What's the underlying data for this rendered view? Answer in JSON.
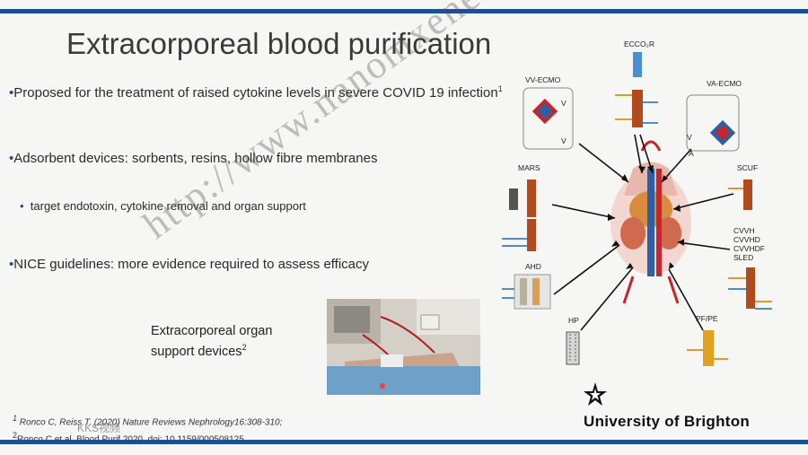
{
  "slide": {
    "title": "Extracorporeal blood purification"
  },
  "bullets": [
    {
      "text": "Proposed for the treatment of raised cytokine levels in severe COVID 19 infection",
      "sup": "1"
    },
    {
      "text": "Adsorbent devices: sorbents, resins, hollow fibre membranes"
    },
    {
      "text": "target endotoxin, cytokine removal and organ support"
    },
    {
      "text": "NICE guidelines: more evidence required to assess efficacy"
    }
  ],
  "photo": {
    "caption": "Extracorporeal organ support devices",
    "sup": "2"
  },
  "diagram": {
    "labels": {
      "ecco2r": "ECCO₂R",
      "vv_ecmo": "VV-ECMO",
      "va_ecmo": "VA-ECMO",
      "mars": "MARS",
      "scuf": "SCUF",
      "cvvh": "CVVH",
      "cvvhd": "CVVHD",
      "cvvhdf": "CVVHDF",
      "sled": "SLED",
      "ahd": "AHD",
      "hp": "HP",
      "pfpe": "PF/PE"
    }
  },
  "references": [
    {
      "num": "1",
      "text": "Ronco C, Reiss T. (2020) Nature Reviews Nephrology16:308-310;"
    },
    {
      "num": "2",
      "text": "Ronco C et al. Blood Purif 2020. doi: 10.1159/000508125"
    }
  ],
  "branding": {
    "university": "University of Brighton"
  },
  "watermark": {
    "url": "http://www.nanomxenes.com",
    "badge": "KKS视频"
  },
  "colors": {
    "accent_bar": "#1f4e8c",
    "background": "#f6f6f4"
  }
}
